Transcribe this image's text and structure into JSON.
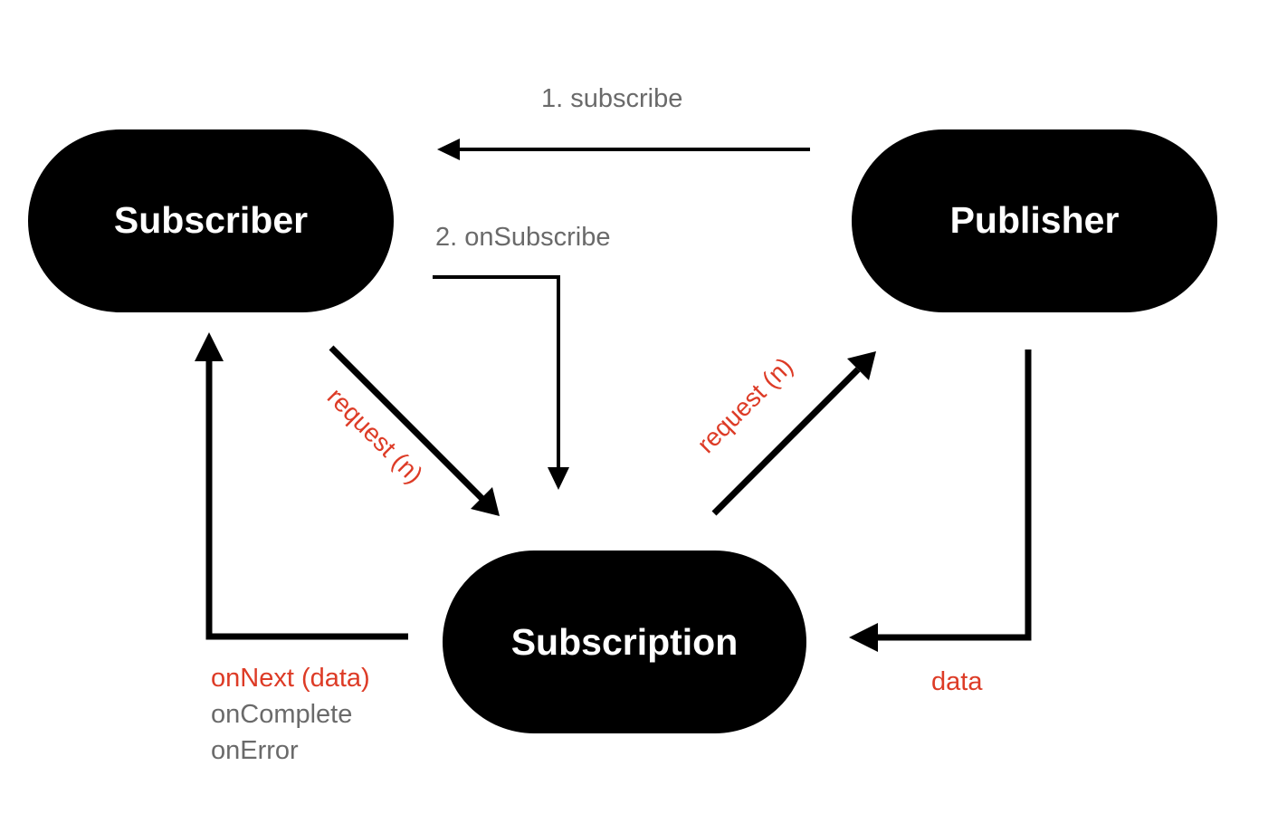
{
  "diagram": {
    "type": "reactive-streams-flow",
    "background_color": "#ffffff",
    "node_fill": "#000000",
    "node_text_color": "#ffffff",
    "accent_red": "#dd3b26",
    "label_gray": "#6a6a6a",
    "nodes": [
      {
        "id": "subscriber",
        "label": "Subscriber"
      },
      {
        "id": "publisher",
        "label": "Publisher"
      },
      {
        "id": "subscription",
        "label": "Subscription"
      }
    ],
    "edges": [
      {
        "id": "subscribe",
        "label": "1. subscribe",
        "color": "#6a6a6a",
        "from": "publisher",
        "to": "subscriber"
      },
      {
        "id": "onsubscribe",
        "label": "2. onSubscribe",
        "color": "#6a6a6a",
        "from": "subscriber",
        "to": "subscription"
      },
      {
        "id": "request-left",
        "label": "request (n)",
        "color": "#dd3b26",
        "from": "subscriber",
        "to": "subscription"
      },
      {
        "id": "request-right",
        "label": "request (n)",
        "color": "#dd3b26",
        "from": "subscription",
        "to": "publisher"
      },
      {
        "id": "data",
        "label": "data",
        "color": "#dd3b26",
        "from": "publisher",
        "to": "subscription"
      },
      {
        "id": "onnext",
        "label": "onNext (data)",
        "color": "#dd3b26",
        "from": "subscription",
        "to": "subscriber"
      }
    ],
    "callbacks": [
      {
        "label": "onNext (data)",
        "color": "#dd3b26"
      },
      {
        "label": "onComplete",
        "color": "#6a6a6a"
      },
      {
        "label": "onError",
        "color": "#6a6a6a"
      }
    ]
  }
}
